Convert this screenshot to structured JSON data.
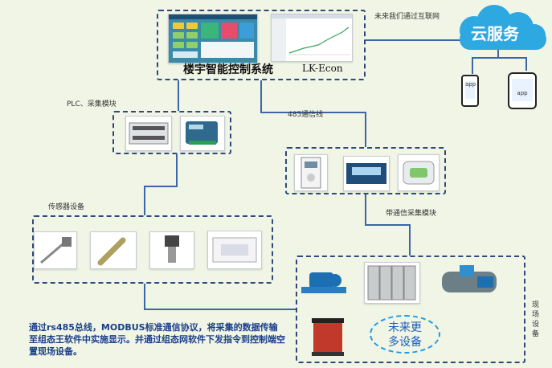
{
  "system": {
    "title": "楼宇智能控制系统",
    "code": "LK-Econ"
  },
  "cloud": {
    "label": "云服务",
    "internet_note": "未来我们通过互联网"
  },
  "devices": {
    "phone_app": "app",
    "tablet_app": "app"
  },
  "labels": {
    "plc": "PLC、采集模块",
    "bus485": "485通信线",
    "sensors": "传感器设备",
    "comm_module": "带通信采集模块",
    "field": "现场设备"
  },
  "more_devices": {
    "line1": "未来更",
    "line2": "多设备"
  },
  "description": "通过rs485总线，MODBUS标准通信协议，将采集的数据传输至组态王软件中实施显示。并通过组态网软件下发指令到控制端空置现场设备。",
  "colors": {
    "cloud": "#2ea8e0",
    "dashed_border": "#2f4a7a",
    "wire": "#3b66a8",
    "description_text": "#1a3f8a"
  }
}
